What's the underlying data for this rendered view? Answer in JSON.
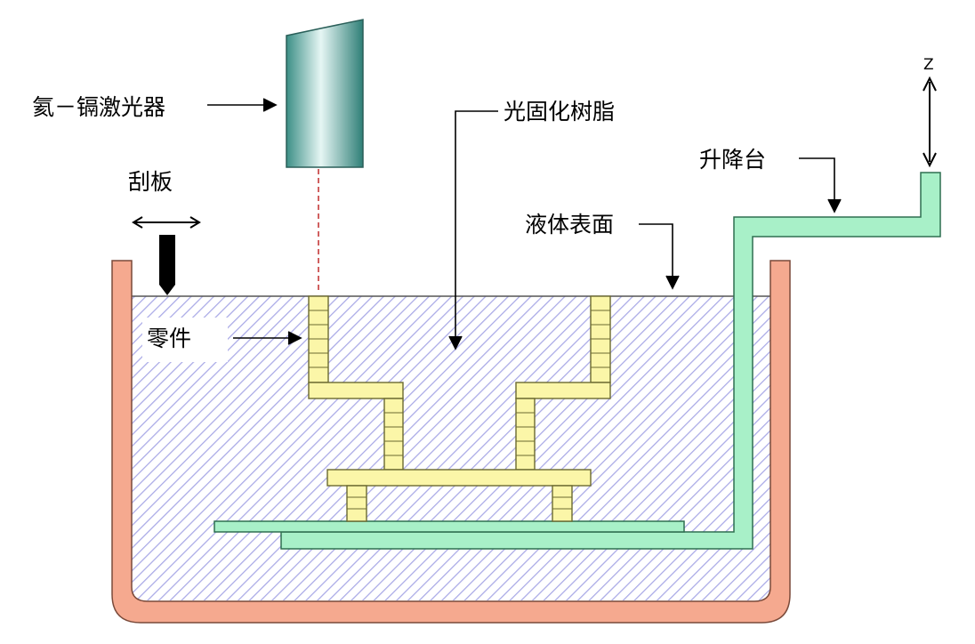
{
  "labels": {
    "laser": "氦－镉激光器",
    "resin": "光固化树脂",
    "scraper": "刮板",
    "platform": "升降台",
    "z_axis": "Z",
    "liquid_surface": "液体表面",
    "part": "零件"
  },
  "colors": {
    "tank": "#f5a98f",
    "resin_hatch": "#a9a9e6",
    "part": "#fbf6a8",
    "platform": "#a8f0c8",
    "laser_body": "#bfe3df",
    "laser_beam": "#d06060",
    "scraper_blade": "#000000"
  }
}
